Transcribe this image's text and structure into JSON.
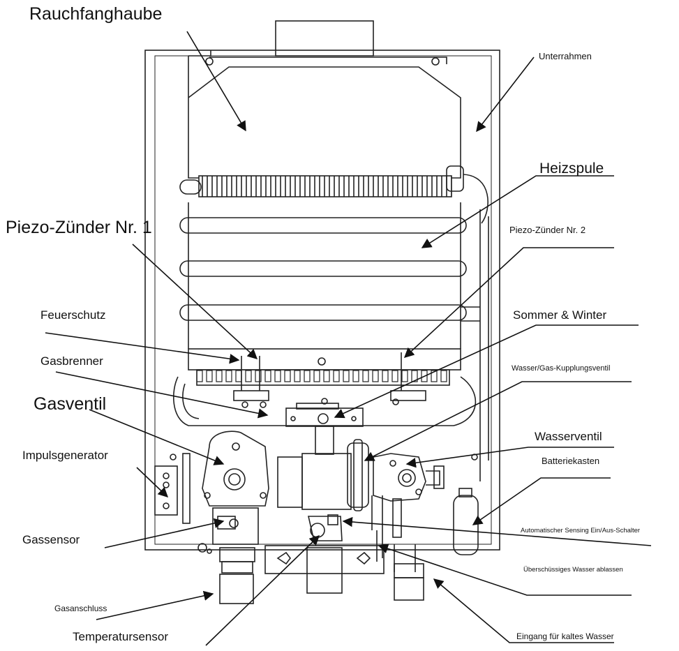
{
  "labels": {
    "rauchfanghaube": "Rauchfanghaube",
    "unterrahmen": "Unterrahmen",
    "heizspule": "Heizspule",
    "piezo1": "Piezo-Zünder Nr. 1",
    "piezo2": "Piezo-Zünder Nr. 2",
    "feuerschutz": "Feuerschutz",
    "sommer_winter": "Sommer & Winter",
    "gasbrenner": "Gasbrenner",
    "kupplungsventil": "Wasser/Gas-Kupplungsventil",
    "gasventil": "Gasventil",
    "wasserventil": "Wasserventil",
    "impulsgenerator": "Impulsgenerator",
    "batteriekasten": "Batteriekasten",
    "auto_schalter": "Automatischer Sensing Ein/Aus-Schalter",
    "gassensor": "Gassensor",
    "wasser_ablassen": "Überschüssiges Wasser ablassen",
    "gasanschluss": "Gasanschluss",
    "temperatursensor": "Temperatursensor",
    "eingang_wasser": "Eingang für kaltes Wasser"
  }
}
